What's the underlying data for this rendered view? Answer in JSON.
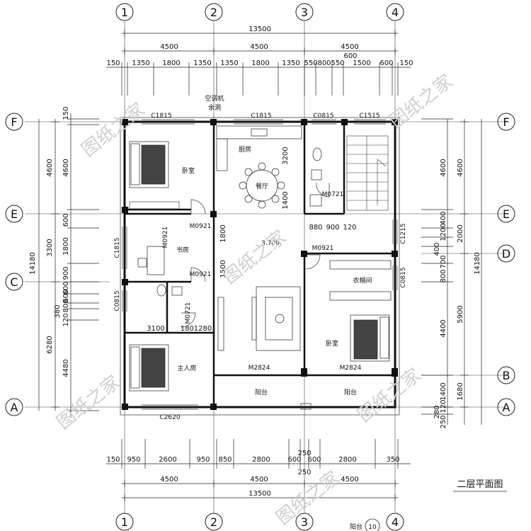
{
  "axes_top": [
    "1",
    "2",
    "3",
    "4"
  ],
  "axes_left": [
    "F",
    "E",
    "D",
    "C",
    "B",
    "A"
  ],
  "dims": {
    "top_total": "13500",
    "top_bays": [
      "4500",
      "4500",
      "4500"
    ],
    "top_extra": "600",
    "top_detail": [
      "150",
      "1350",
      "1800",
      "1350",
      "1350",
      "1800",
      "1350",
      "550",
      "800",
      "550",
      "1500",
      "600",
      "150"
    ],
    "bottom_total": "13500",
    "bottom_bays": [
      "4500",
      "4500",
      "4500"
    ],
    "bottom_detail": [
      "150",
      "950",
      "2600",
      "950",
      "850",
      "2800",
      "600",
      "600",
      "2800",
      "350"
    ],
    "bottom_small": [
      "250",
      "250"
    ],
    "left_total": "14180",
    "left_outer": [
      "4600",
      "3300",
      "6280"
    ],
    "left_inner": [
      "150",
      "4600",
      "600",
      "1800",
      "900",
      "600",
      "380",
      "120",
      "800",
      "600",
      "4480"
    ],
    "right_total": "14180",
    "right_outer": [
      "4600",
      "2000",
      "5900",
      "1680"
    ],
    "right_inner": [
      "4600",
      "1200",
      "400",
      "400",
      "700",
      "800",
      "4400",
      "1400",
      "280",
      "120",
      "250"
    ],
    "inner_misc": [
      "3200",
      "1400",
      "880",
      "900",
      "120",
      "1800",
      "1500",
      "3100",
      "1801280"
    ]
  },
  "codes": {
    "c1815_a": "C1815",
    "ac_label_1": "空调机",
    "ac_label_2": "余洞",
    "c1815_b": "C1815",
    "c0815_a": "C0815",
    "c1515": "C1515",
    "m0721_a": "M0721",
    "m0921_a": "M0921",
    "m0921_b": "M0921",
    "c1815_left": "C1815",
    "m0921_c": "M0921",
    "m0921_d": "M0921",
    "c0815_left": "C0815",
    "m0721_b": "M0721",
    "c1215": "C1215",
    "c0815_right": "C0815",
    "m2824_a": "M2824",
    "m2824_b": "M2824",
    "c2620": "C2620",
    "level": "3.700"
  },
  "rooms": {
    "bedroom_nw": "卧室",
    "kitchen": "厨房",
    "dining": "餐厅",
    "study": "书房",
    "master": "主人房",
    "wardrobe": "衣帽间",
    "bedroom_se": "卧室",
    "balcony_a": "阳台",
    "balcony_b": "阳台"
  },
  "watermarks": [
    "图纸之家",
    "图纸之家",
    "图纸之家",
    "图纸之家",
    "图纸之家",
    "图纸之家"
  ],
  "title": "二层平面图",
  "bottom_note": "阳台",
  "bottom_note_num": "10"
}
